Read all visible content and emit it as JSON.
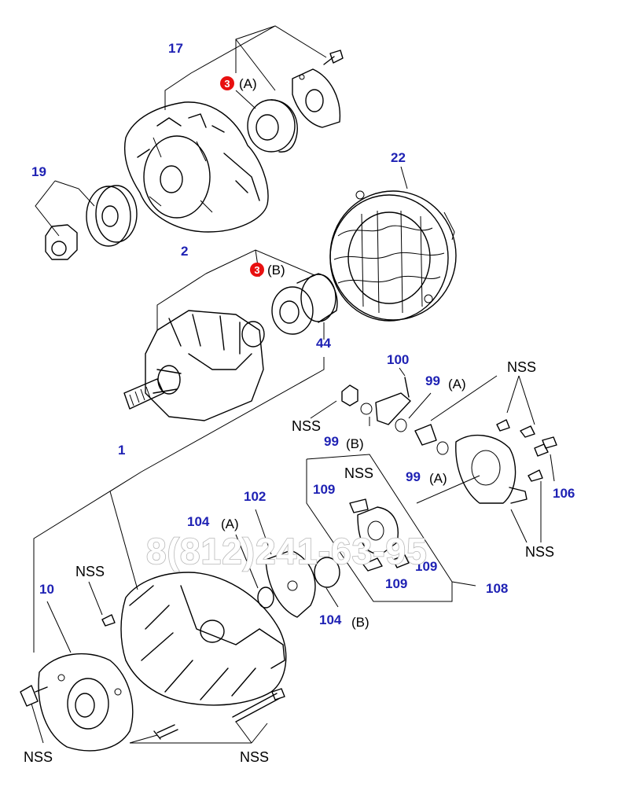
{
  "labels": {
    "p17": "17",
    "p19": "19",
    "p22": "22",
    "p2": "2",
    "p44": "44",
    "p1": "1",
    "p100": "100",
    "p99a": "99",
    "p99b": "99",
    "p99c": "99",
    "p109a": "109",
    "p109b": "109",
    "p109c": "109",
    "p102": "102",
    "p104a": "104",
    "p104b": "104",
    "p106": "106",
    "p108": "108",
    "p10": "10"
  },
  "sub": {
    "A": "(A)",
    "B": "(B)"
  },
  "nss": "NSS",
  "badge": "3",
  "watermark": "8(812)241-63-95",
  "colors": {
    "label": "#1f22b4",
    "badge": "#e81010"
  }
}
